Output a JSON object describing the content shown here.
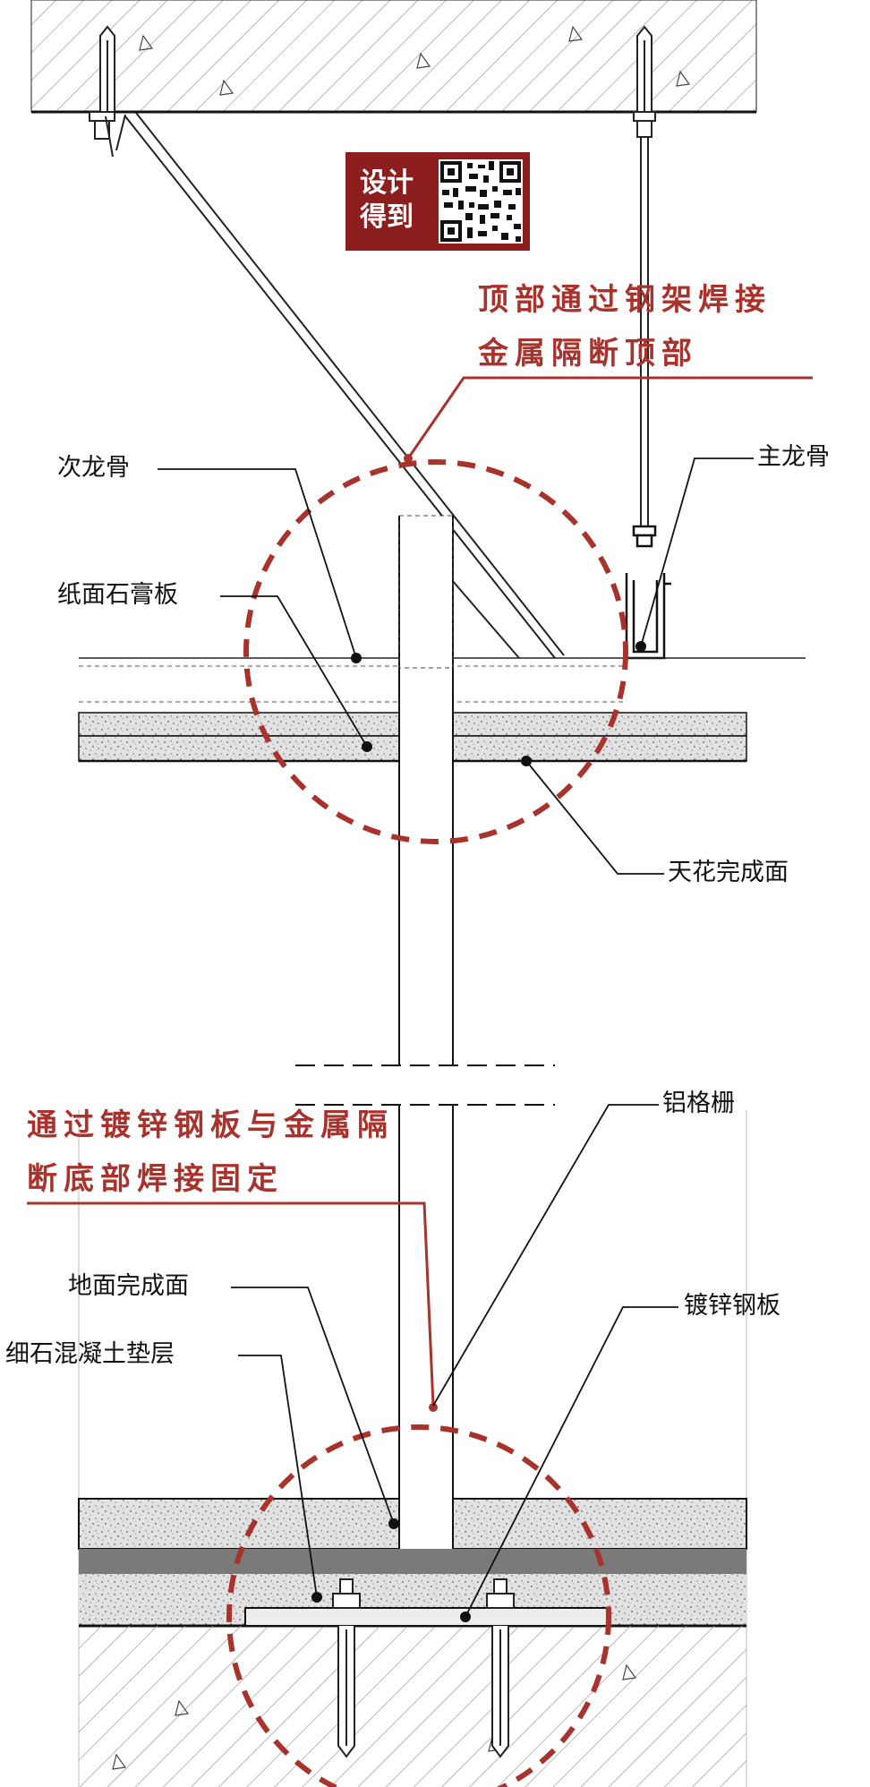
{
  "badge": {
    "text": "设计得到"
  },
  "notes": {
    "top_line1": "顶部通过钢架焊接",
    "top_line2": "金属隔断顶部",
    "bottom_line1": "通过镀锌钢板与金属隔",
    "bottom_line2": "断底部焊接固定"
  },
  "labels": {
    "secondary_keel": "次龙骨",
    "gypsum_board": "纸面石膏板",
    "main_keel": "主龙骨",
    "ceiling_finish": "天花完成面",
    "aluminum_grille": "铝格栅",
    "floor_finish": "地面完成面",
    "concrete_cushion": "细石混凝土垫层",
    "galvanized_plate": "镀锌钢板"
  },
  "colors": {
    "annotation_red": "#a8322c",
    "badge_bg": "#8c1f1d",
    "line": "#111111",
    "hatch": "#9a9a9a",
    "speckle_fill": "#d9d9d9",
    "dark_band": "#7a7a7a"
  },
  "icons": {
    "qr": "qr-code-icon"
  }
}
